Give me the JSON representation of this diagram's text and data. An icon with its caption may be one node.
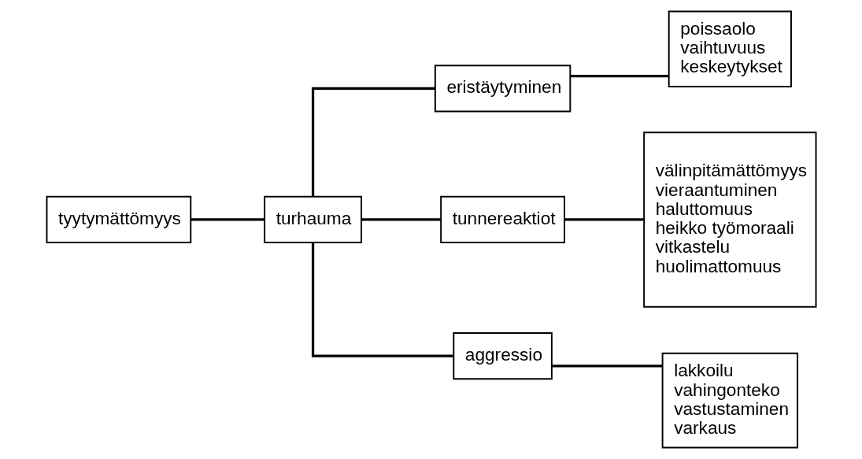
{
  "diagram": {
    "nodes": [
      {
        "text": [
          "tyytymättömyys"
        ]
      },
      {
        "text": [
          "turhauma"
        ]
      },
      {
        "text": [
          "eristäytyminen"
        ]
      },
      {
        "text": [
          "tunnereaktiot"
        ]
      },
      {
        "text": [
          "aggressio"
        ]
      },
      {
        "text": [
          "poissaolo",
          "vaihtuvuus",
          "keskeytykset"
        ]
      },
      {
        "text": [
          "välinpitämättömyys",
          "vieraantuminen",
          "haluttomuus",
          "heikko työmoraali",
          "vitkastelu",
          "huolimattomuus"
        ]
      },
      {
        "text": [
          "lakkoilu",
          "vahingonteko",
          "vastustaminen",
          "varkaus"
        ]
      }
    ],
    "edges": [
      {
        "from": 0,
        "to": 1,
        "arrow": "none"
      },
      {
        "from": 1,
        "to": 2,
        "arrow": "none"
      },
      {
        "from": 1,
        "to": 3,
        "arrow": "none"
      },
      {
        "from": 1,
        "to": 4,
        "arrow": "none"
      },
      {
        "from": 2,
        "to": 5,
        "arrow": "none"
      },
      {
        "from": 3,
        "to": 6,
        "arrow": "none"
      },
      {
        "from": 4,
        "to": 7,
        "arrow": "none"
      }
    ]
  }
}
